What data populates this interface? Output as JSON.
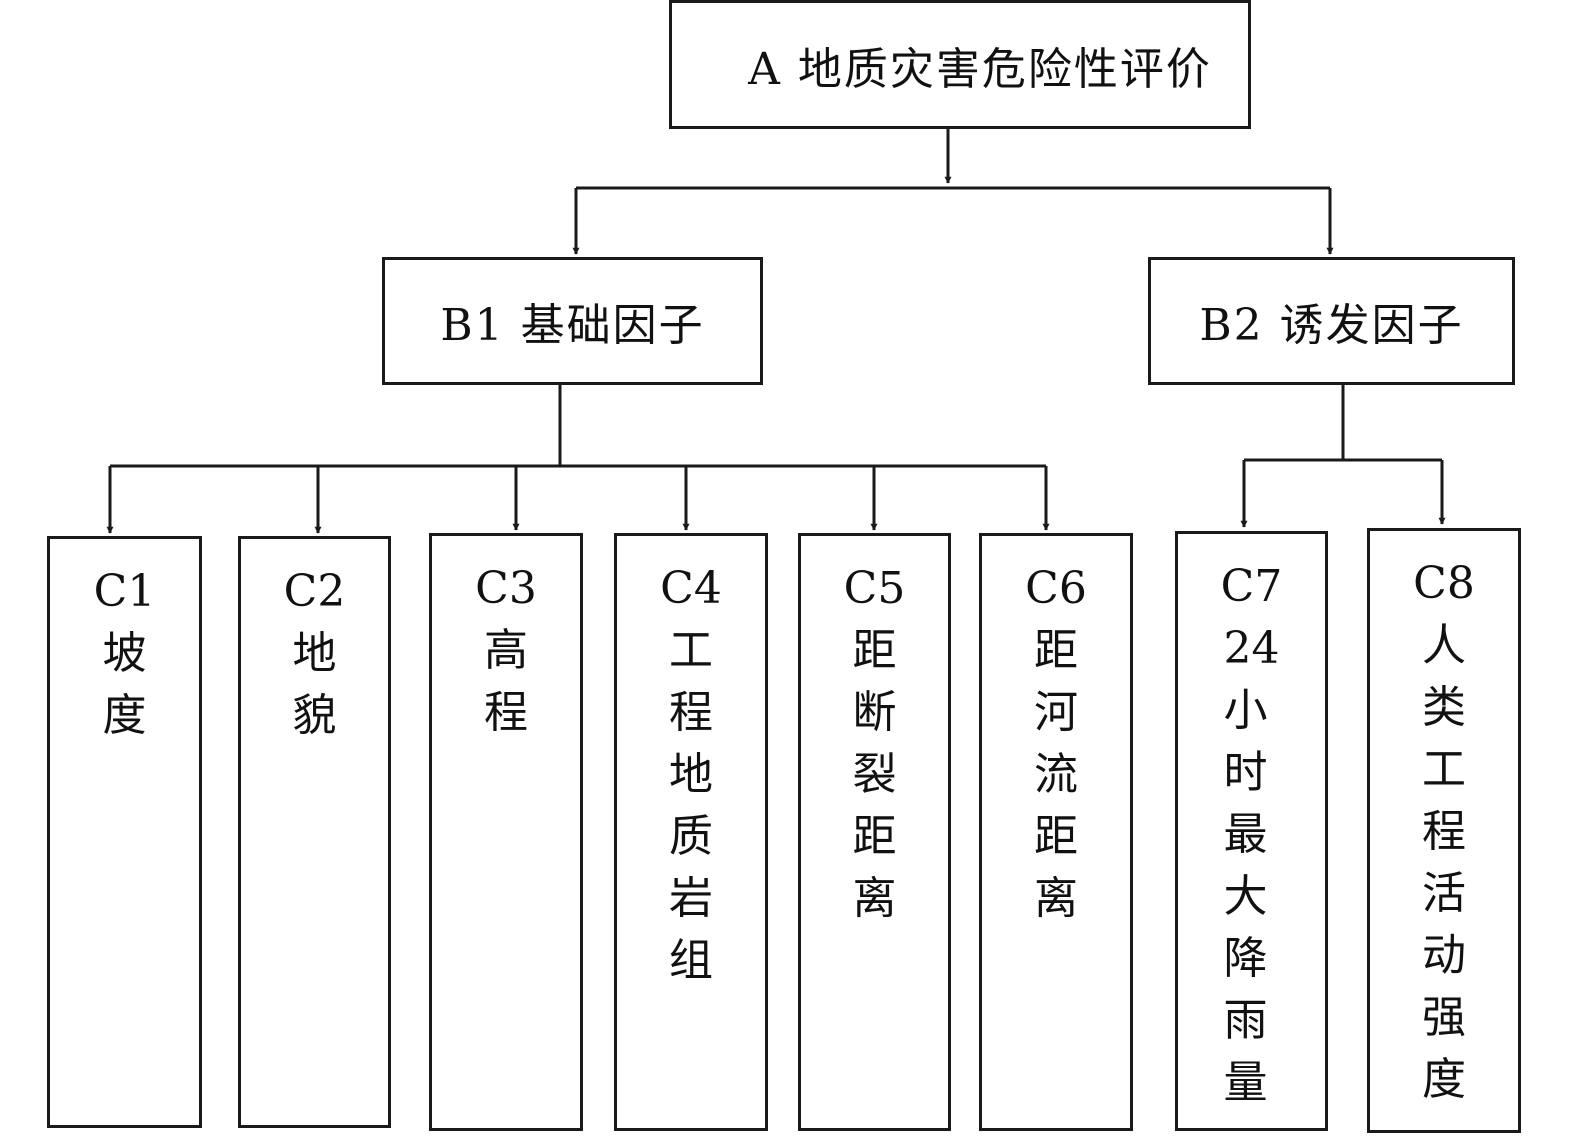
{
  "root": {
    "id": "A",
    "label": "A 地质灾害危险性评价"
  },
  "groups": [
    {
      "id": "B1",
      "label": "B1 基础因子",
      "children": [
        {
          "id": "C1",
          "code": "C1",
          "name": "坡度"
        },
        {
          "id": "C2",
          "code": "C2",
          "name": "地貌"
        },
        {
          "id": "C3",
          "code": "C3",
          "name": "高程"
        },
        {
          "id": "C4",
          "code": "C4",
          "name": "工程地质岩组"
        },
        {
          "id": "C5",
          "code": "C5",
          "name": "距断裂距离"
        },
        {
          "id": "C6",
          "code": "C6",
          "name": "距河流距离"
        }
      ]
    },
    {
      "id": "B2",
      "label": "B2 诱发因子",
      "children": [
        {
          "id": "C7",
          "code": "C7",
          "name": "24小时最大降雨量",
          "name_lines": [
            "24",
            "小",
            "时",
            "最",
            "大",
            "降",
            "雨",
            "量"
          ]
        },
        {
          "id": "C8",
          "code": "C8",
          "name": "人类工程活动强度"
        }
      ]
    }
  ]
}
